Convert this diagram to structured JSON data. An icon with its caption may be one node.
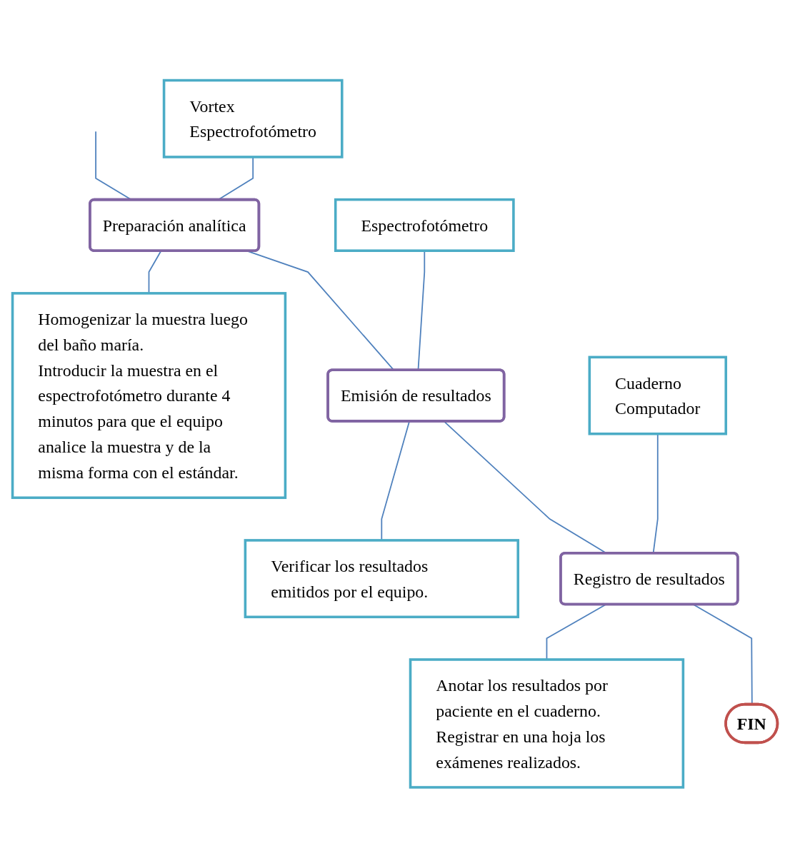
{
  "diagram": {
    "nodes": [
      {
        "text": [
          "Vortex",
          "Espectrofotómetro"
        ]
      },
      {
        "text": [
          "Preparación analítica"
        ]
      },
      {
        "text": [
          "Homogenizar la muestra luego del baño maría.",
          "Introducir la muestra en el espectrofotómetro durante 4 minutos para que el equipo analice la muestra y de la misma forma con el estándar."
        ]
      },
      {
        "text": [
          "Espectrofotómetro"
        ]
      },
      {
        "text": [
          "Emisión de resultados"
        ]
      },
      {
        "text": [
          "Verificar los resultados emitidos por el equipo."
        ]
      },
      {
        "text": [
          "Cuaderno",
          "Computador"
        ]
      },
      {
        "text": [
          "Registro de resultados"
        ]
      },
      {
        "text": [
          "Anotar los resultados por paciente en el cuaderno.",
          "Registrar en una hoja los exámenes realizados."
        ]
      },
      {
        "text": [
          "FIN"
        ]
      }
    ],
    "edges": [
      {
        "from": null,
        "to": 1,
        "arrow": "none"
      },
      {
        "from": 0,
        "to": 1,
        "arrow": "none"
      },
      {
        "from": 1,
        "to": 2,
        "arrow": "none"
      },
      {
        "from": 1,
        "to": 4,
        "arrow": "none"
      },
      {
        "from": 3,
        "to": 4,
        "arrow": "none"
      },
      {
        "from": 4,
        "to": 5,
        "arrow": "none"
      },
      {
        "from": 4,
        "to": 7,
        "arrow": "none"
      },
      {
        "from": 6,
        "to": 7,
        "arrow": "none"
      },
      {
        "from": 7,
        "to": 8,
        "arrow": "none"
      },
      {
        "from": 7,
        "to": 9,
        "arrow": "none"
      }
    ]
  }
}
